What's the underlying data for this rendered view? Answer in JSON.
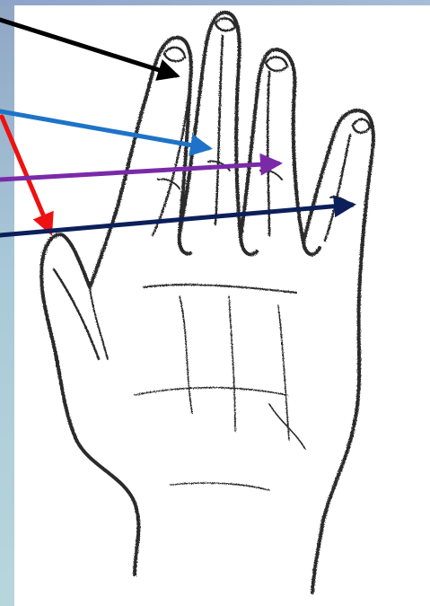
{
  "figure": {
    "subject": "hand-sketch",
    "colors": {
      "background_band": "#9fb6cf",
      "sketch": "#2b2b2b",
      "arrow_black": "#000000",
      "arrow_blue": "#1e73c8",
      "arrow_red": "#ee1111",
      "arrow_purple": "#7a2aa8",
      "arrow_navy": "#0c1f5a"
    },
    "arrows": [
      {
        "name": "arrow-black",
        "color": "arrow_black",
        "target": "index-finger"
      },
      {
        "name": "arrow-blue",
        "color": "arrow_blue",
        "target": "middle-finger"
      },
      {
        "name": "arrow-red",
        "color": "arrow_red",
        "target": "thumb"
      },
      {
        "name": "arrow-purple",
        "color": "arrow_purple",
        "target": "ring-finger"
      },
      {
        "name": "arrow-navy",
        "color": "arrow_navy",
        "target": "little-finger"
      }
    ]
  }
}
